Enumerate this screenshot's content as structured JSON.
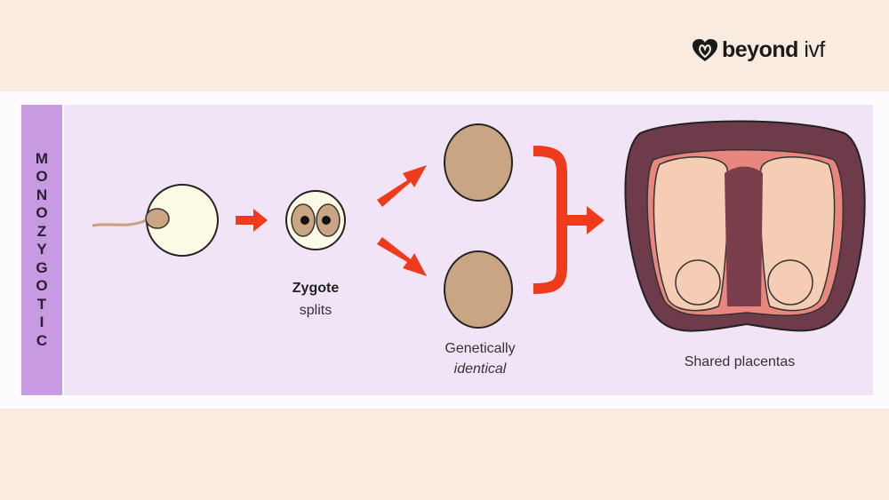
{
  "brand": {
    "name_bold": "beyond",
    "name_light": "ivf",
    "icon": "heart-logo-icon"
  },
  "diagram": {
    "side_label": "MONOZYGOTIC",
    "zygote_title": "Zygote",
    "zygote_sub": "splits",
    "embryo_line1": "Genetically",
    "embryo_line2": "identical",
    "uterus_label": "Shared placentas",
    "colors": {
      "arrow": "#f03a1c",
      "strip": "#c89ae2",
      "panel": "#f1e4f6",
      "embryo": "#c9a584"
    }
  }
}
